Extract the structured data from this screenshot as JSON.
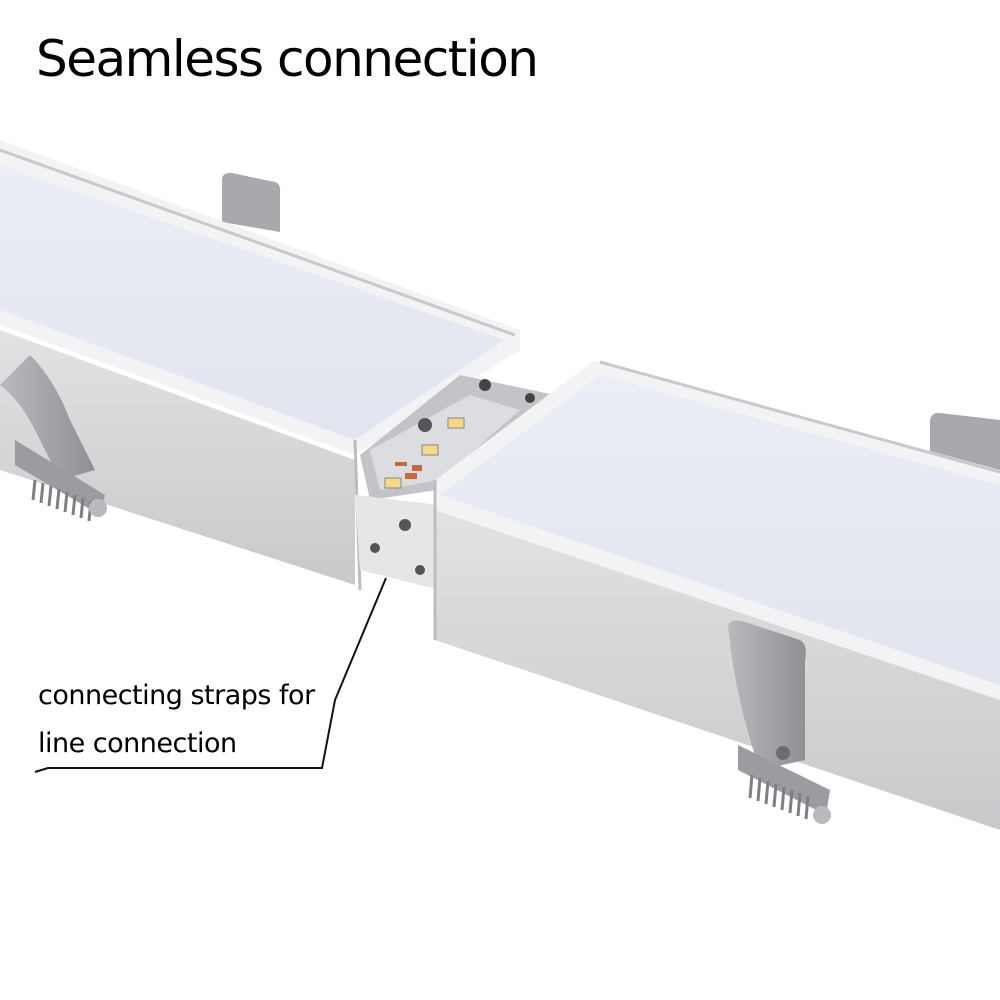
{
  "title": "Seamless connection",
  "callout": {
    "line1": "connecting straps for",
    "line2": "line connection"
  },
  "colors": {
    "diffuser": "#e8eaf3",
    "housing": "#d4d4d6",
    "frame": "#f2f2f4",
    "clip": "#a9abae",
    "led": "#f5d98a",
    "resistor": "#c8683f"
  },
  "illustration": {
    "subject": "two recessed linear LED light fixtures joined end-to-end",
    "parts": [
      "left-fixture",
      "right-fixture",
      "led-strip",
      "connecting-strap",
      "spring-clip",
      "mounting-tab"
    ]
  }
}
